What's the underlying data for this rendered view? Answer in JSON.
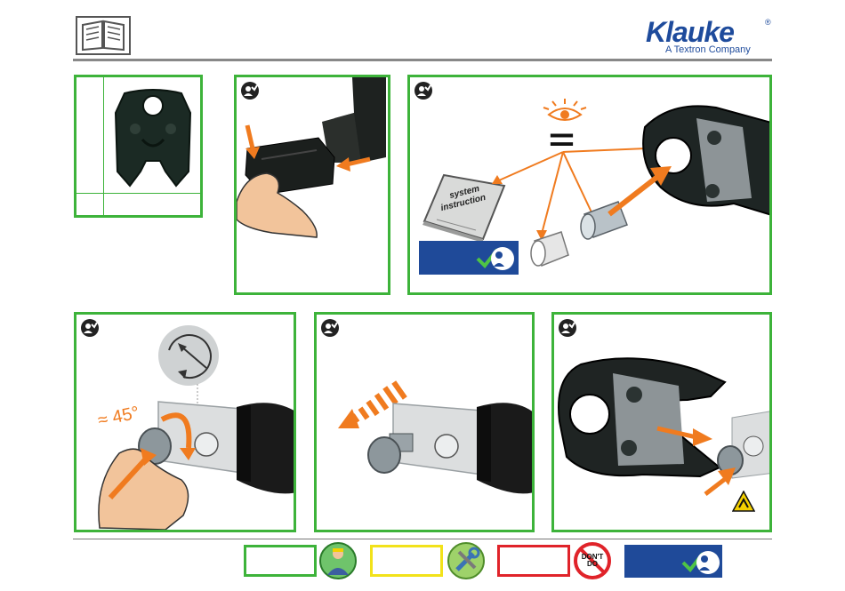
{
  "brand": {
    "name": "Klauke",
    "registered_mark": "®",
    "subtitle": "A Textron Company",
    "colors": {
      "brand_blue": "#1e4b9c",
      "panel_green": "#3db33a",
      "legend_yellow": "#f2e21a",
      "legend_red": "#e0232a",
      "legend_navy": "#1f4a99"
    }
  },
  "header": {
    "manual_icon": "open-book-icon"
  },
  "panels": {
    "p2": {
      "badge_icon": "operator-instruction-icon"
    },
    "p3": {
      "badge_icon": "operator-instruction-icon",
      "book_label_line1": "system",
      "book_label_line2": "instruction",
      "equals_sign": "=",
      "eye_icon": "eye-icon"
    },
    "p4": {
      "badge_icon": "operator-instruction-icon",
      "angle_label": "≈ 45°",
      "rotate_icon": "rotate-arrow-icon"
    },
    "p5": {
      "badge_icon": "operator-instruction-icon"
    },
    "p6": {
      "badge_icon": "operator-instruction-icon",
      "warning_icon": "pinch-hazard-icon"
    }
  },
  "legend": {
    "items": [
      {
        "icon": "worker-icon"
      },
      {
        "icon": "tools-icon"
      },
      {
        "icon": "dont-do-icon",
        "text": "DON'T DO"
      },
      {
        "icon": "check-operator-icon"
      }
    ]
  }
}
